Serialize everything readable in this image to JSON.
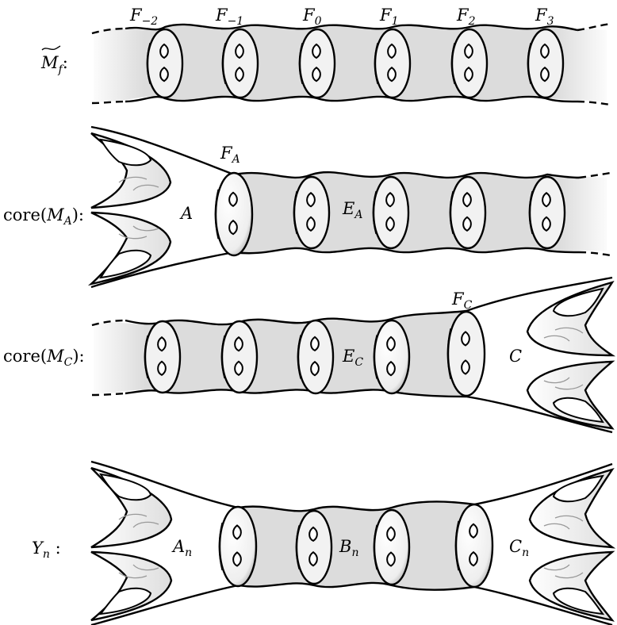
{
  "rows": [
    {
      "id": "mf",
      "label": {
        "main": "M",
        "tilde": true,
        "sub": "f",
        "suffix": ":"
      },
      "fibers": [
        {
          "main": "F",
          "sub": "−2"
        },
        {
          "main": "F",
          "sub": "−1"
        },
        {
          "main": "F",
          "sub": "0"
        },
        {
          "main": "F",
          "sub": "1"
        },
        {
          "main": "F",
          "sub": "2"
        },
        {
          "main": "F",
          "sub": "3"
        }
      ]
    },
    {
      "id": "ma",
      "label": {
        "prefix": "core(",
        "main": "M",
        "sub": "A",
        "suffix": "):"
      },
      "end_label": "A",
      "fiber_label": {
        "main": "F",
        "sub": "A"
      },
      "segment_label": {
        "main": "E",
        "sub": "A"
      }
    },
    {
      "id": "mc",
      "label": {
        "prefix": "core(",
        "main": "M",
        "sub": "C",
        "suffix": "):"
      },
      "end_label": "C",
      "fiber_label": {
        "main": "F",
        "sub": "C"
      },
      "segment_label": {
        "main": "E",
        "sub": "C"
      }
    },
    {
      "id": "yn",
      "label": {
        "main": "Y",
        "sub": "n",
        "suffix": " :"
      },
      "parts": [
        {
          "main": "A",
          "sub": "n"
        },
        {
          "main": "B",
          "sub": "n"
        },
        {
          "main": "C",
          "sub": "n"
        }
      ]
    }
  ],
  "colors": {
    "tube_fill": "#dcdcdc",
    "disk_fill": "#f2f2f2",
    "end_fill": "#ffffff",
    "line": "#000000",
    "cusp_line": "#999999"
  }
}
